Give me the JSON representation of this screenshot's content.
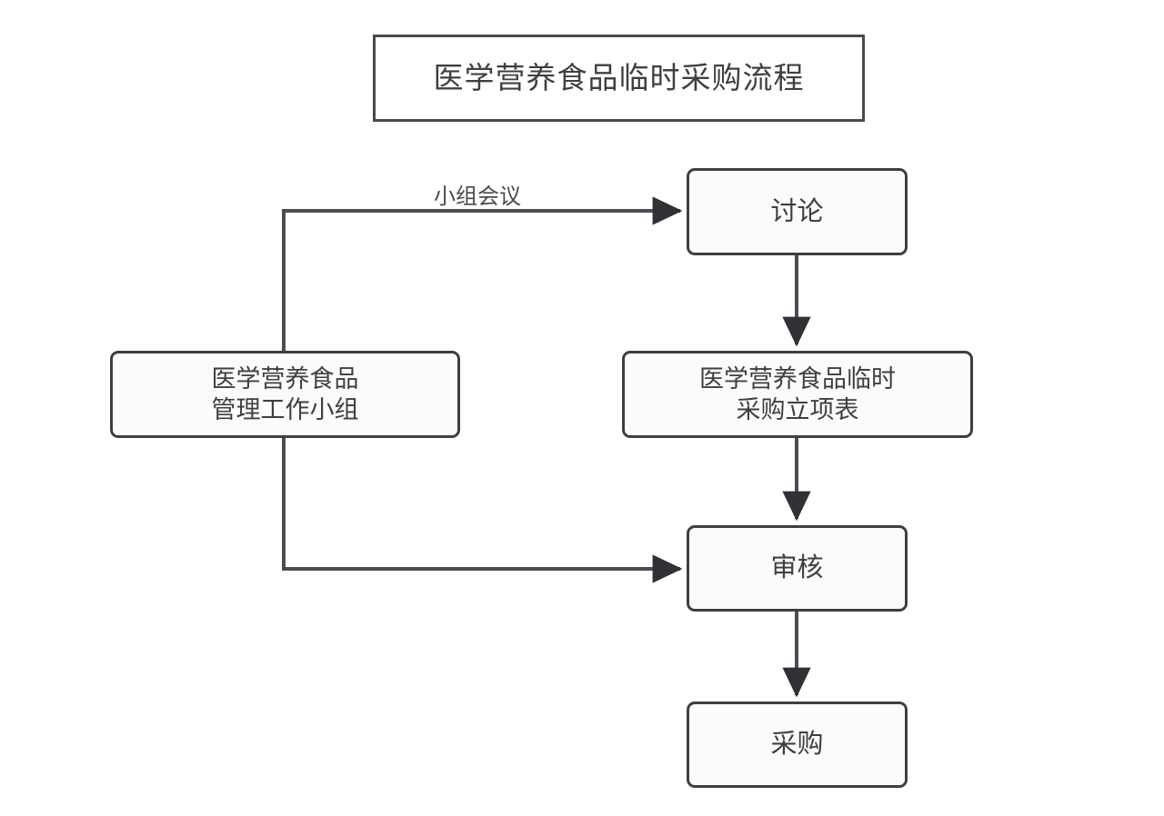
{
  "diagram": {
    "title": "医学营养食品临时采购流程",
    "background_color": "#ffffff",
    "node_fill": "#fbfbfa",
    "stroke_color": "#3c4043",
    "nodes": {
      "title": {
        "label": "医学营养食品临时采购流程",
        "shape": "rectangle"
      },
      "discussion": {
        "label": "讨论",
        "shape": "rounded-rectangle"
      },
      "group": {
        "label": "医学营养食品\n管理工作小组",
        "shape": "rounded-rectangle"
      },
      "form": {
        "label": "医学营养食品临时\n采购立项表",
        "shape": "rounded-rectangle"
      },
      "review": {
        "label": "审核",
        "shape": "rounded-rectangle"
      },
      "purchase": {
        "label": "采购",
        "shape": "rounded-rectangle"
      }
    },
    "edges": [
      {
        "from": "group",
        "to": "discussion",
        "label": "小组会议",
        "routing": "up-then-right"
      },
      {
        "from": "discussion",
        "to": "form",
        "label": "",
        "routing": "down"
      },
      {
        "from": "form",
        "to": "review",
        "label": "",
        "routing": "down"
      },
      {
        "from": "group",
        "to": "review",
        "label": "",
        "routing": "down-then-right"
      },
      {
        "from": "review",
        "to": "purchase",
        "label": "",
        "routing": "down"
      }
    ],
    "edge_labels": {
      "meeting": "小组会议"
    }
  }
}
